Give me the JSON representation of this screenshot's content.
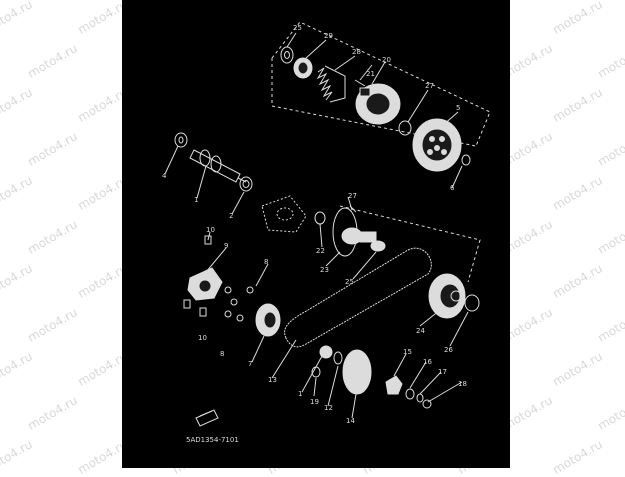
{
  "watermark_text": "moto4.ru",
  "diagram_code": "5AD1354-7101",
  "callouts": [
    "1",
    "2",
    "3",
    "4",
    "5",
    "6",
    "7",
    "8",
    "9",
    "10",
    "11",
    "12",
    "13",
    "14",
    "15",
    "16",
    "17",
    "18",
    "19",
    "20",
    "21",
    "22",
    "23",
    "24",
    "25",
    "26",
    "27",
    "28",
    "29"
  ],
  "colors": {
    "background": "#000000",
    "linework": "#dcdcdc",
    "page": "#ffffff",
    "watermark": "#d9d9d9"
  }
}
